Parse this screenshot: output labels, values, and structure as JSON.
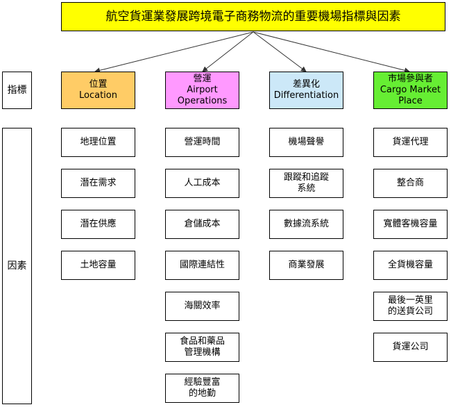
{
  "title": "航空貨運業發展跨境電子商務物流的重要機場指標與因素",
  "side_labels": {
    "indicator": "指標",
    "factor": "因素"
  },
  "colors": {
    "title_bg": "#ffff00",
    "ind_location": "#ffcc66",
    "ind_operations": "#ff99ff",
    "ind_differentiation": "#cce8f8",
    "ind_market": "#66ee33"
  },
  "indicators": [
    {
      "label": "位置\nLocation"
    },
    {
      "label": "營運\nAirport\nOperations"
    },
    {
      "label": "差異化\nDifferentiation"
    },
    {
      "label": "市場參與者\nCargo Market\nPlace"
    }
  ],
  "factors": [
    [
      "地理位置",
      "潛在需求",
      "潛在供應",
      "土地容量"
    ],
    [
      "營運時間",
      "人工成本",
      "倉儲成本",
      "國際連結性",
      "海關效率",
      "食品和藥品\n管理機構",
      "經驗豐富\n的地勤"
    ],
    [
      "機場聲譽",
      "跟蹤和追蹤\n系統",
      "數據流系統",
      "商業發展"
    ],
    [
      "貨運代理",
      "整合商",
      "寬體客機容量",
      "全貨機容量",
      "最後一英里\n的送貨公司",
      "貨運公司"
    ]
  ]
}
